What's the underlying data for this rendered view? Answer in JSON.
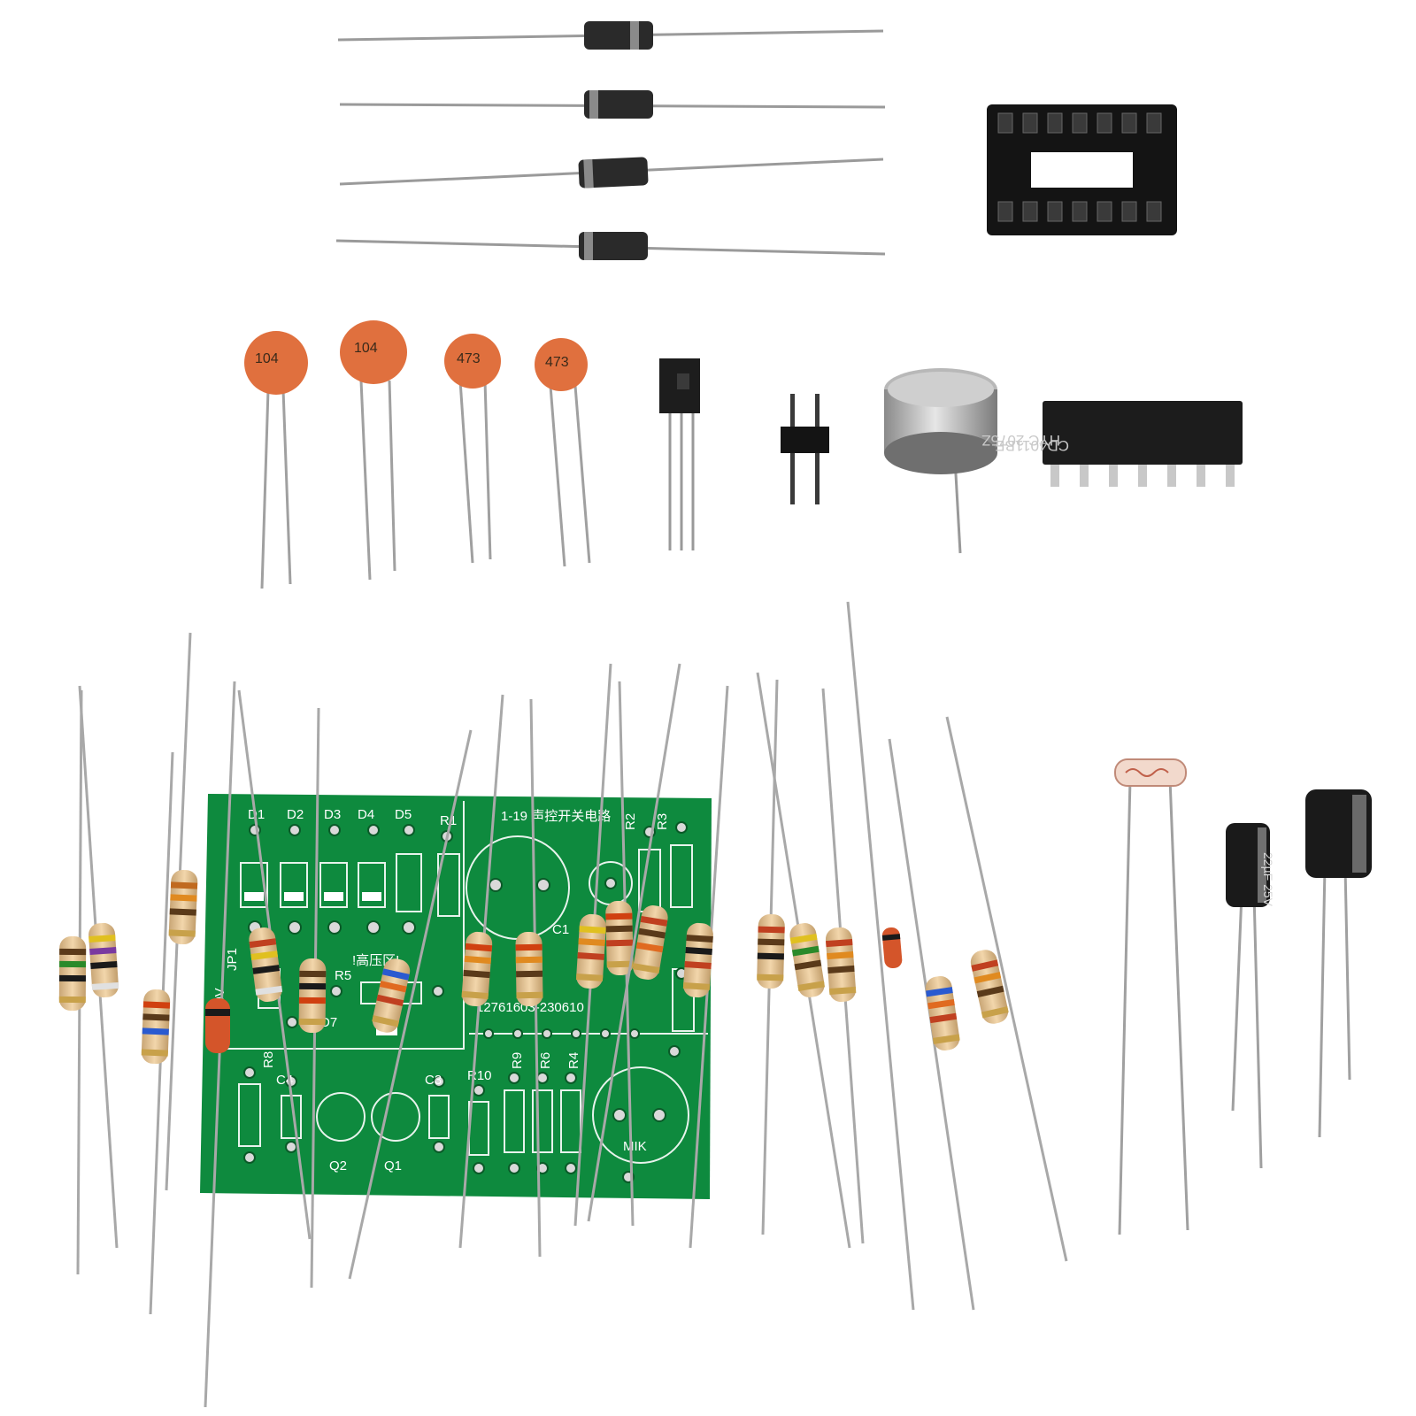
{
  "pcb": {
    "title": "1-19 声控开关电路",
    "warning": "!高压区!",
    "serial": "12761603-230610",
    "labels": {
      "d1": "D1",
      "d2": "D2",
      "d3": "D3",
      "d4": "D4",
      "d5": "D5",
      "r1": "R1",
      "r2": "R2",
      "r3": "R3",
      "r5": "R5",
      "r8": "R8",
      "r10": "R10",
      "r9": "R9",
      "r6": "R6",
      "r4": "R4",
      "c1": "C1",
      "c3": "C3",
      "c4": "C4",
      "d7": "D7",
      "q1": "Q1",
      "q2": "Q2",
      "mik": "MIK",
      "jp1": "JP1",
      "v": "10V"
    }
  },
  "ic": {
    "line1": "CD4011BE",
    "line2": "HYC 2075Z"
  },
  "ceramic_caps": [
    "104",
    "104",
    "473",
    "473"
  ],
  "electrolytic": {
    "small": "22µF 25V",
    "large": ""
  },
  "colors": {
    "pcb_green": "#0e8a3e",
    "resistor_body": "#e9c79a",
    "ceramic_cap": "#e0703e",
    "diode_body": "#2a2a2a",
    "socket": "#141414"
  }
}
